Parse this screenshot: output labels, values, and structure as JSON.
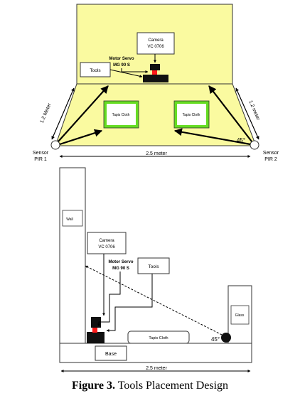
{
  "top": {
    "camera_line1": "Camera",
    "camera_line2": "VC 0706",
    "servo_line1": "Motor Servo",
    "servo_line2": "MG 90 S",
    "tools": "Tools",
    "cloth_left": "Tapis Cloth",
    "cloth_right": "Tapis Cloth",
    "height_left": "1.2 Meter",
    "height_right": "1.2 meter",
    "angle": "45°",
    "width": "2.5 meter",
    "sensor_left_line1": "Sensor",
    "sensor_left_line2": "PIR 1",
    "sensor_right_line1": "Sensor",
    "sensor_right_line2": "PIR 2"
  },
  "side": {
    "wall": "Wall",
    "camera_line1": "Camera",
    "camera_line2": "VC 0706",
    "servo_line1": "Motor Servo",
    "servo_line2": "MG 90 S",
    "tools": "Tools",
    "glass": "Glass",
    "cloth": "Tapis Cloth",
    "angle": "45°",
    "base": "Base",
    "width": "2.5 meter"
  },
  "caption": {
    "label": "Figure 3.",
    "text": "Tools Placement Design"
  },
  "colors": {
    "yellow": "#fafaa0",
    "green": "#66dd22",
    "red": "#ff1a1a"
  }
}
